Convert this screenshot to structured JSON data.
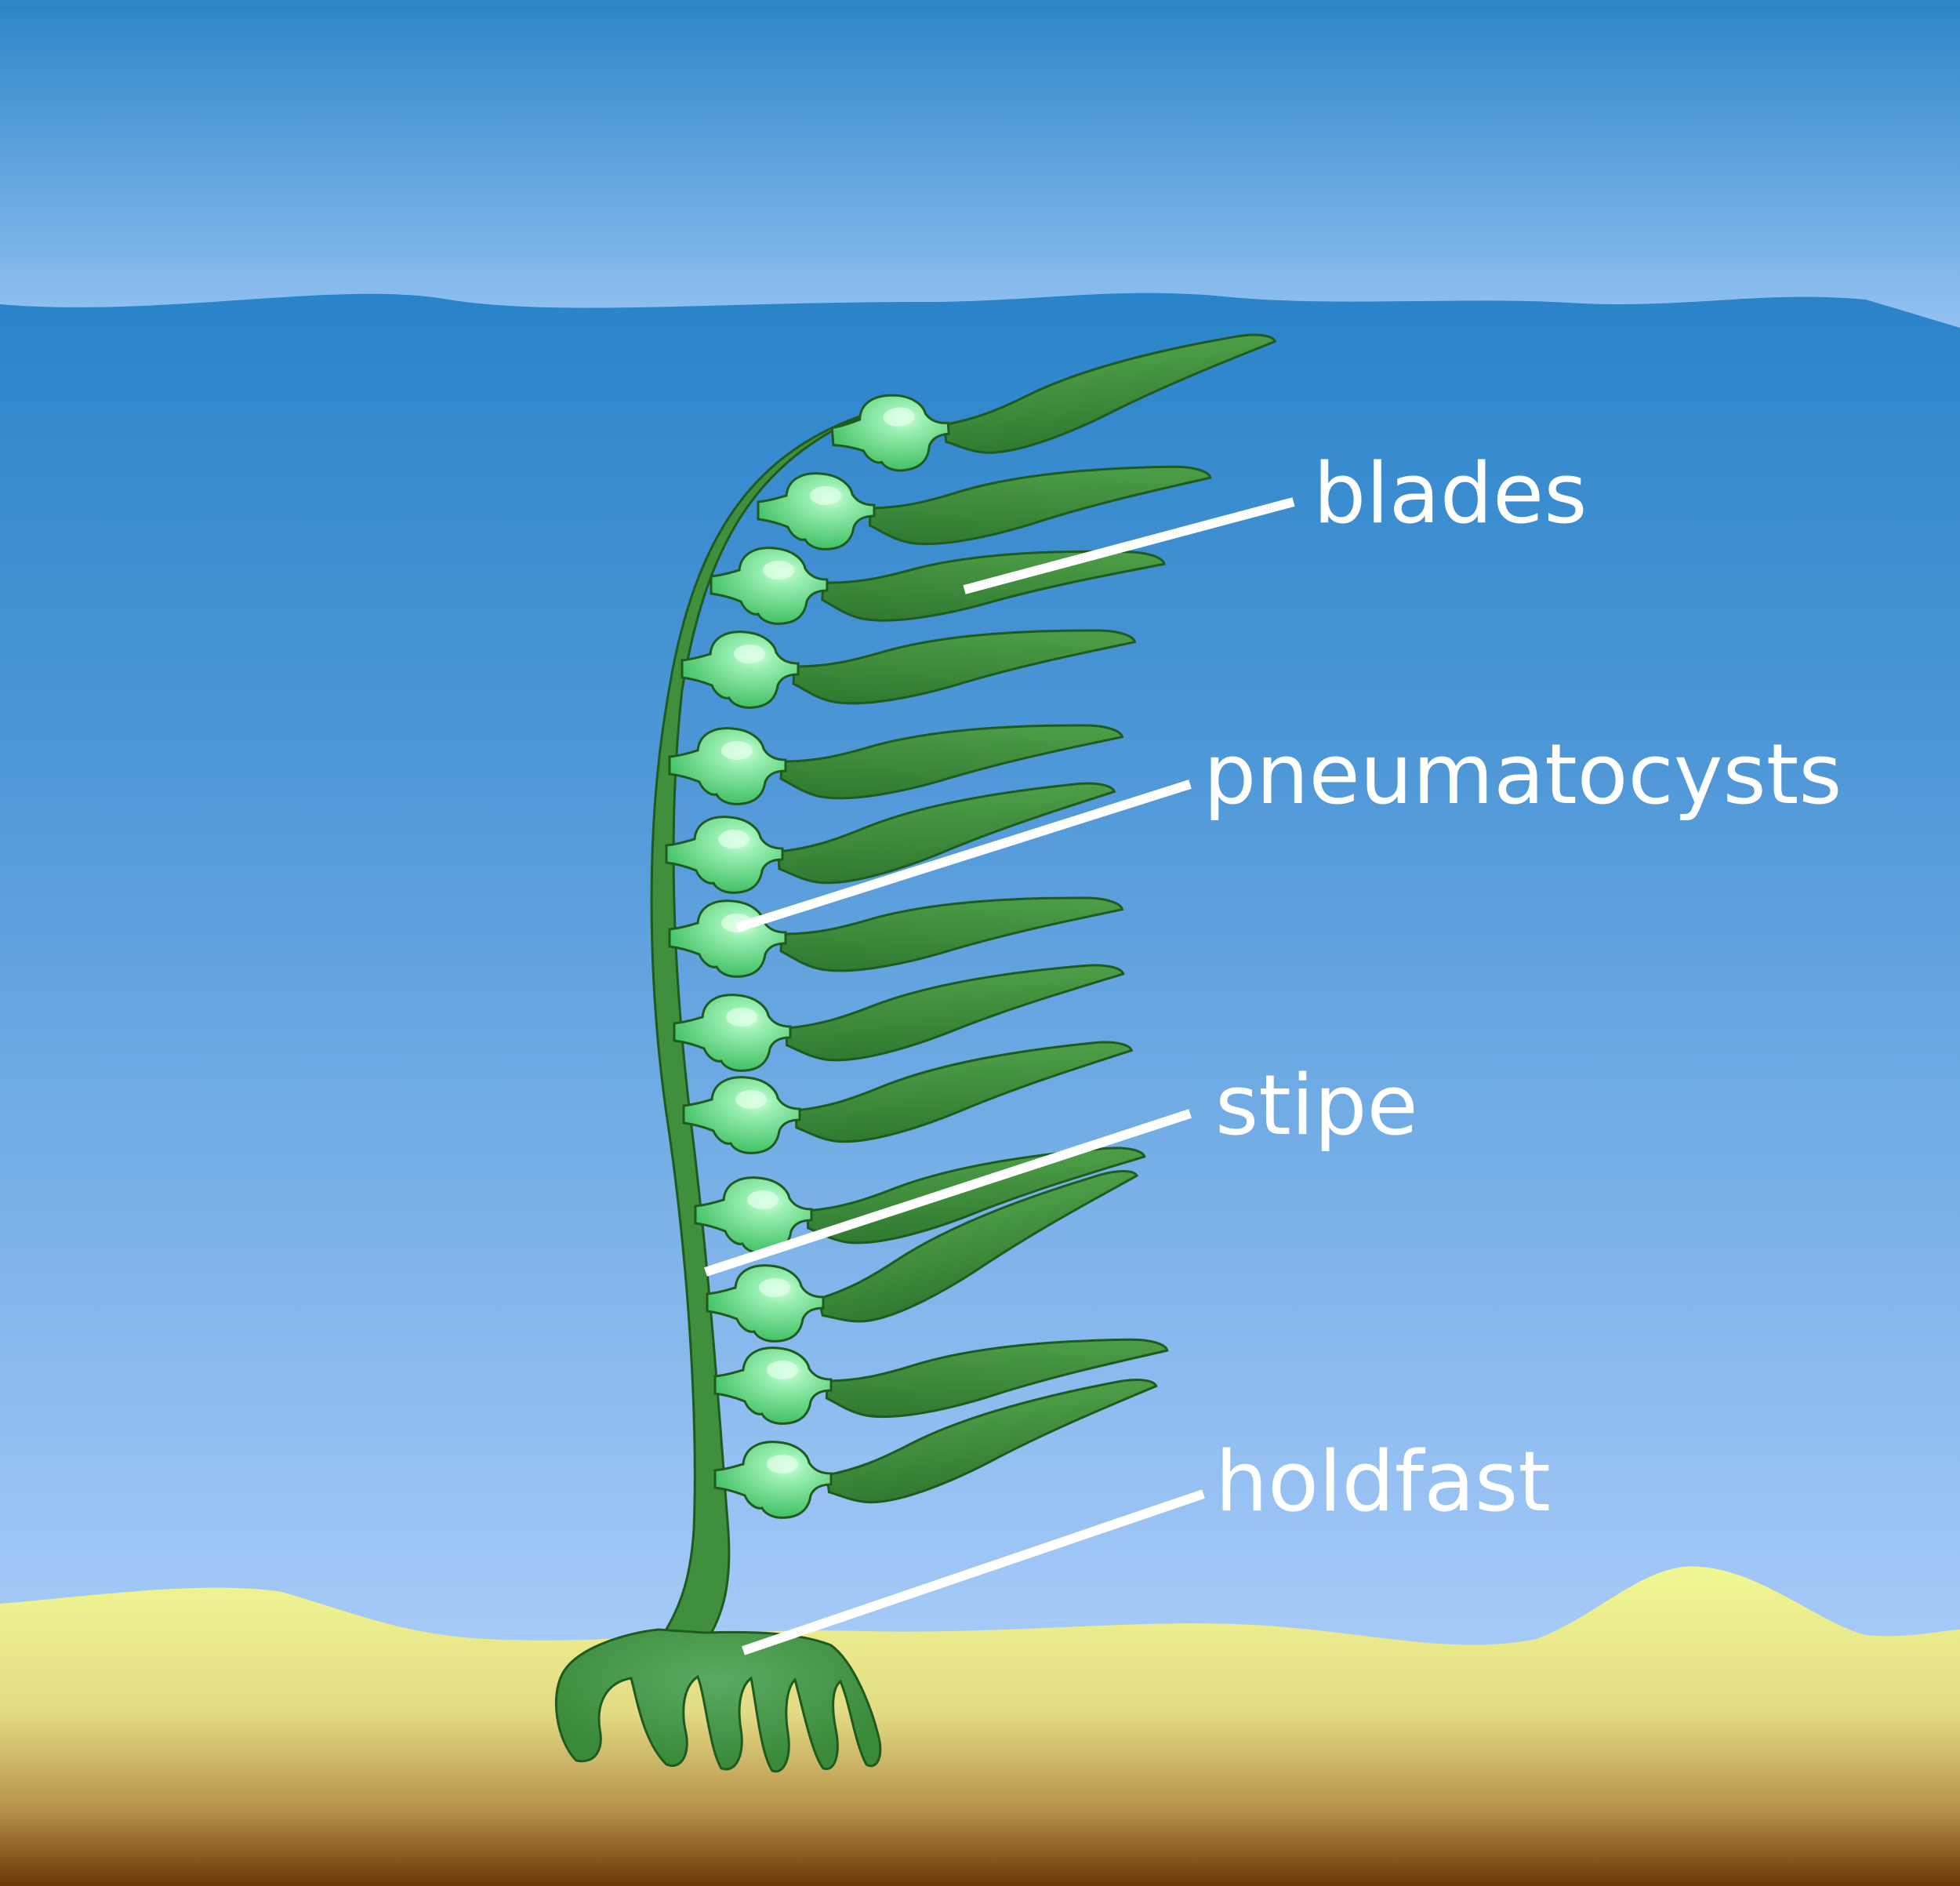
{
  "labels": {
    "blades": "blades",
    "pneumatocysts": "pneumatocysts",
    "stipe": "stipe",
    "holdfast": "holdfast"
  },
  "colors": {
    "sky_top": "#2c85c8",
    "sky_bottom": "#8fbdf0",
    "water_top": "#2a84c9",
    "water_bottom": "#a6c8f8",
    "sand_top": "#eef792",
    "sand_mid": "#e0d884",
    "sand_bottom": "#6f3c08",
    "kelp_dark": "#3f8f3c",
    "kelp_outline": "#1f5a1f",
    "bulb_light": "#9ef0b4",
    "bulb_base": "#6fdc8c",
    "label_line": "#ffffff"
  }
}
